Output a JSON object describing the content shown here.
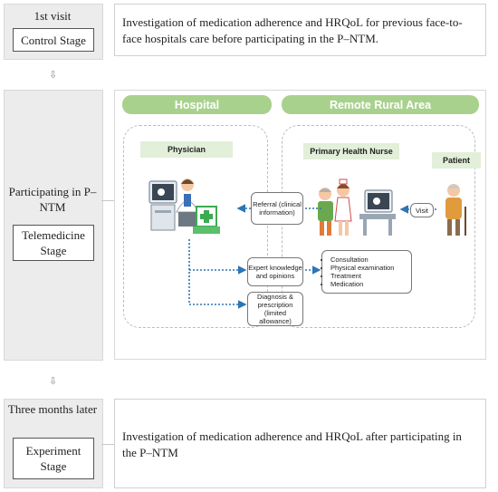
{
  "stages": [
    {
      "label": "1st visit",
      "box": "Control Stage",
      "description": "Investigation of medication adherence and HRQoL for previous face-to-face hospitals care before participating in the P–NTM."
    },
    {
      "label": "Participating in P–NTM",
      "box": "Telemedicine Stage"
    },
    {
      "label": "Three months later",
      "box": "Experiment Stage",
      "description": "Investigation of medication adherence and HRQoL after participating in the P–NTM"
    }
  ],
  "arrows": {
    "down": "⇩"
  },
  "diagram": {
    "hospital_header": "Hospital",
    "rural_header": "Remote Rural Area",
    "physician": "Physician",
    "nurse": "Primary Health Nurse",
    "patient": "Patient",
    "referral": "Referral (clinical information)",
    "visit": "Visit",
    "expert": "Expert knowledge and opinions",
    "diagnosis": "Diagnosis & prescription (limited allowance)",
    "services": [
      "Consultation",
      "Physical examination",
      "Treatment",
      "Medication"
    ]
  },
  "colors": {
    "green_header": "#a9d18e",
    "light_green": "#e2efd9",
    "arrow_blue": "#2e75b6",
    "stage_gray": "#ececec"
  }
}
